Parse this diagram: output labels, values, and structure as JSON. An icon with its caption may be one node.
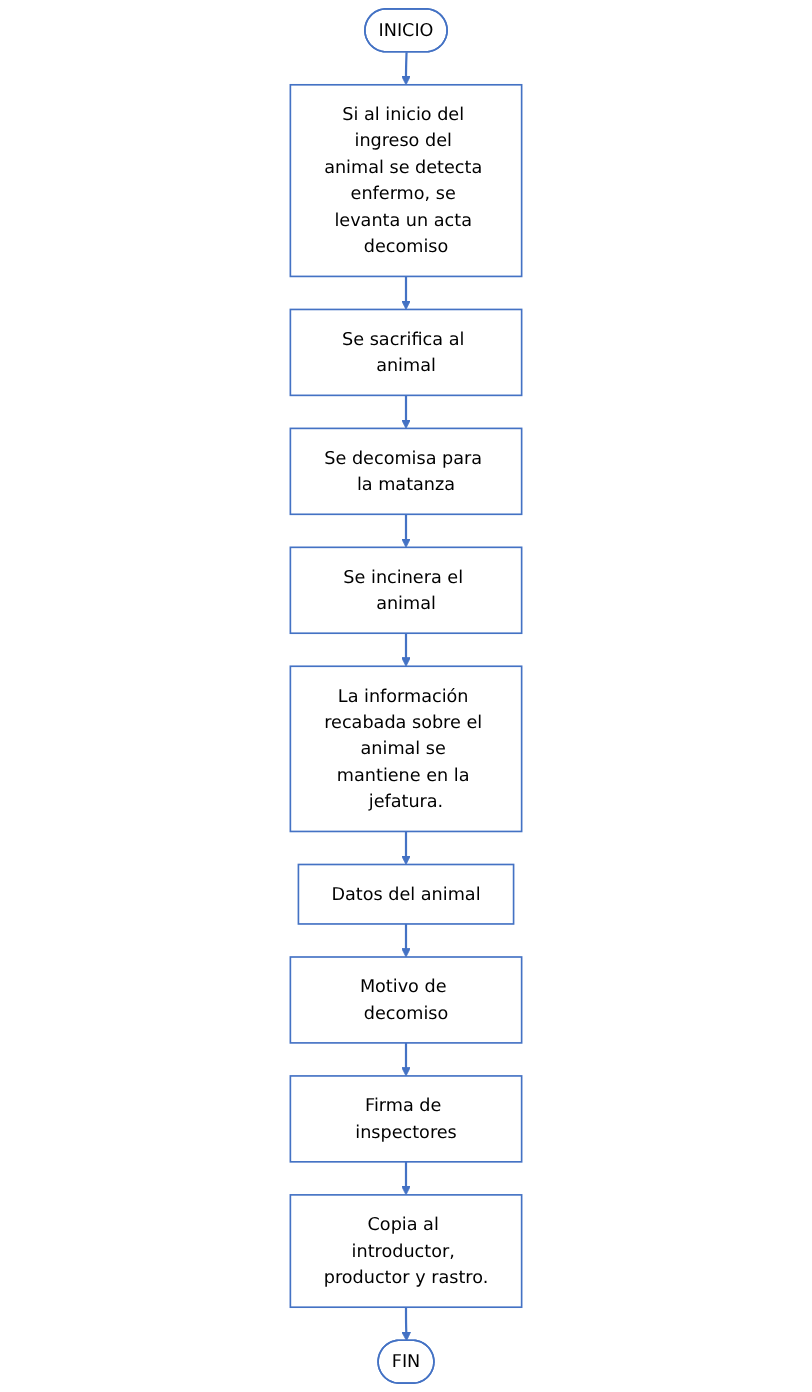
{
  "diagram": {
    "nodes": [
      {
        "text": [
          "INICIO"
        ]
      },
      {
        "text": [
          "Si al inicio del ingreso del animal se detecta enfermo, se levanta un acta decomiso"
        ]
      },
      {
        "text": [
          "Se sacrifica al animal"
        ]
      },
      {
        "text": [
          "Se decomisa para la matanza"
        ]
      },
      {
        "text": [
          "Se incinera el animal"
        ]
      },
      {
        "text": [
          "La información recabada sobre el animal se mantiene en la jefatura."
        ]
      },
      {
        "text": [
          "Datos del animal"
        ]
      },
      {
        "text": [
          "Motivo de decomiso"
        ]
      },
      {
        "text": [
          "Firma de inspectores"
        ]
      },
      {
        "text": [
          "Copia al introductor, productor y rastro."
        ]
      },
      {
        "text": [
          "FIN"
        ]
      }
    ],
    "edges": [
      {
        "from": 0,
        "to": 1,
        "arrow": "to"
      },
      {
        "from": 1,
        "to": 2,
        "arrow": "to"
      },
      {
        "from": 2,
        "to": 3,
        "arrow": "to"
      },
      {
        "from": 3,
        "to": 4,
        "arrow": "to"
      },
      {
        "from": 4,
        "to": 5,
        "arrow": "to"
      },
      {
        "from": 5,
        "to": 6,
        "arrow": "to"
      },
      {
        "from": 6,
        "to": 7,
        "arrow": "to"
      },
      {
        "from": 7,
        "to": 8,
        "arrow": "to"
      },
      {
        "from": 8,
        "to": 9,
        "arrow": "to"
      },
      {
        "from": 9,
        "to": 10,
        "arrow": "to"
      }
    ]
  }
}
